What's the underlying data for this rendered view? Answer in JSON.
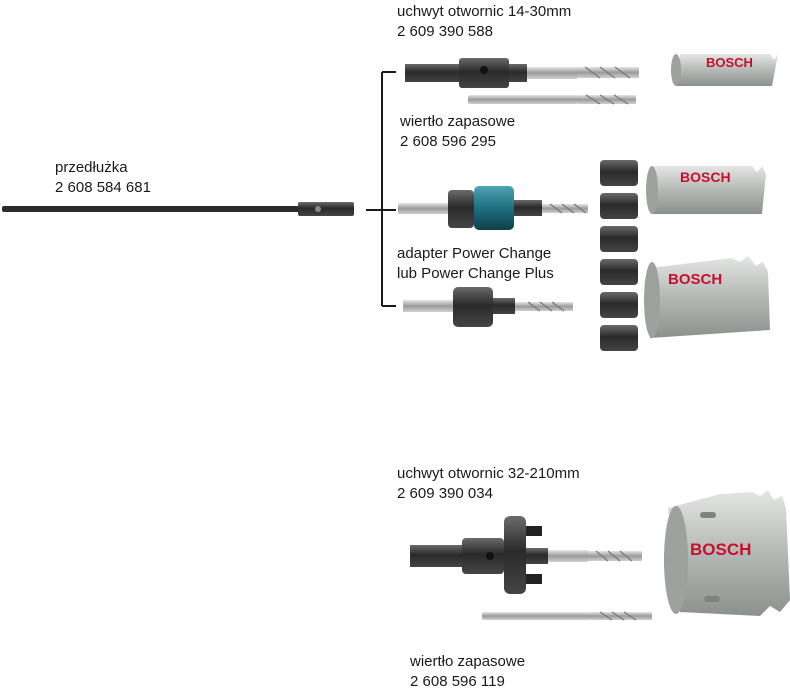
{
  "extension": {
    "name": "przedłużka",
    "code": "2 608 584 681"
  },
  "holder_small": {
    "name": "uchwyt otwornic 14-30mm",
    "code": "2 609 390 588"
  },
  "drill_spare_top": {
    "name": "wiertło zapasowe",
    "code": "2 608 596 295"
  },
  "adapter": {
    "line1": "adapter Power Change",
    "line2": "lub Power Change Plus"
  },
  "holder_large": {
    "name": "uchwyt otwornic 32-210mm",
    "code": "2 609 390 034"
  },
  "drill_spare_bottom": {
    "name": "wiertło zapasowe",
    "code": "2 608 596 119"
  },
  "brand": "BOSCH",
  "colors": {
    "text": "#1a1a1a",
    "steel": "#5a5a5a",
    "dark": "#1e1e1e",
    "saw": "#b9bdba",
    "brand": "#c8102e",
    "teal": "#1f6f80"
  }
}
